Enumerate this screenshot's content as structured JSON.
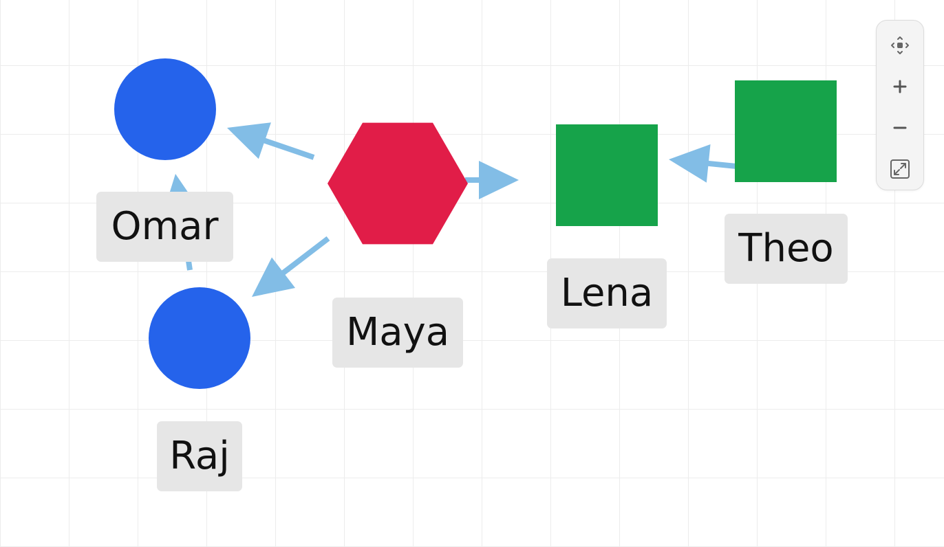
{
  "graph": {
    "nodes": [
      {
        "id": "omar",
        "label": "Omar",
        "shape": "circle",
        "color": "#2563eb"
      },
      {
        "id": "raj",
        "label": "Raj",
        "shape": "circle",
        "color": "#2563eb"
      },
      {
        "id": "maya",
        "label": "Maya",
        "shape": "hexagon",
        "color": "#e11d48"
      },
      {
        "id": "lena",
        "label": "Lena",
        "shape": "square",
        "color": "#16a34a"
      },
      {
        "id": "theo",
        "label": "Theo",
        "shape": "square",
        "color": "#16a34a"
      }
    ],
    "edges": [
      {
        "from": "maya",
        "to": "omar"
      },
      {
        "from": "maya",
        "to": "raj"
      },
      {
        "from": "maya",
        "to": "lena"
      },
      {
        "from": "theo",
        "to": "lena"
      },
      {
        "from": "raj",
        "to": "omar"
      }
    ],
    "edge_color": "#82bde6"
  },
  "controls": {
    "icons": [
      "move-icon",
      "zoom-in-icon",
      "zoom-out-icon",
      "fit-view-icon"
    ]
  }
}
